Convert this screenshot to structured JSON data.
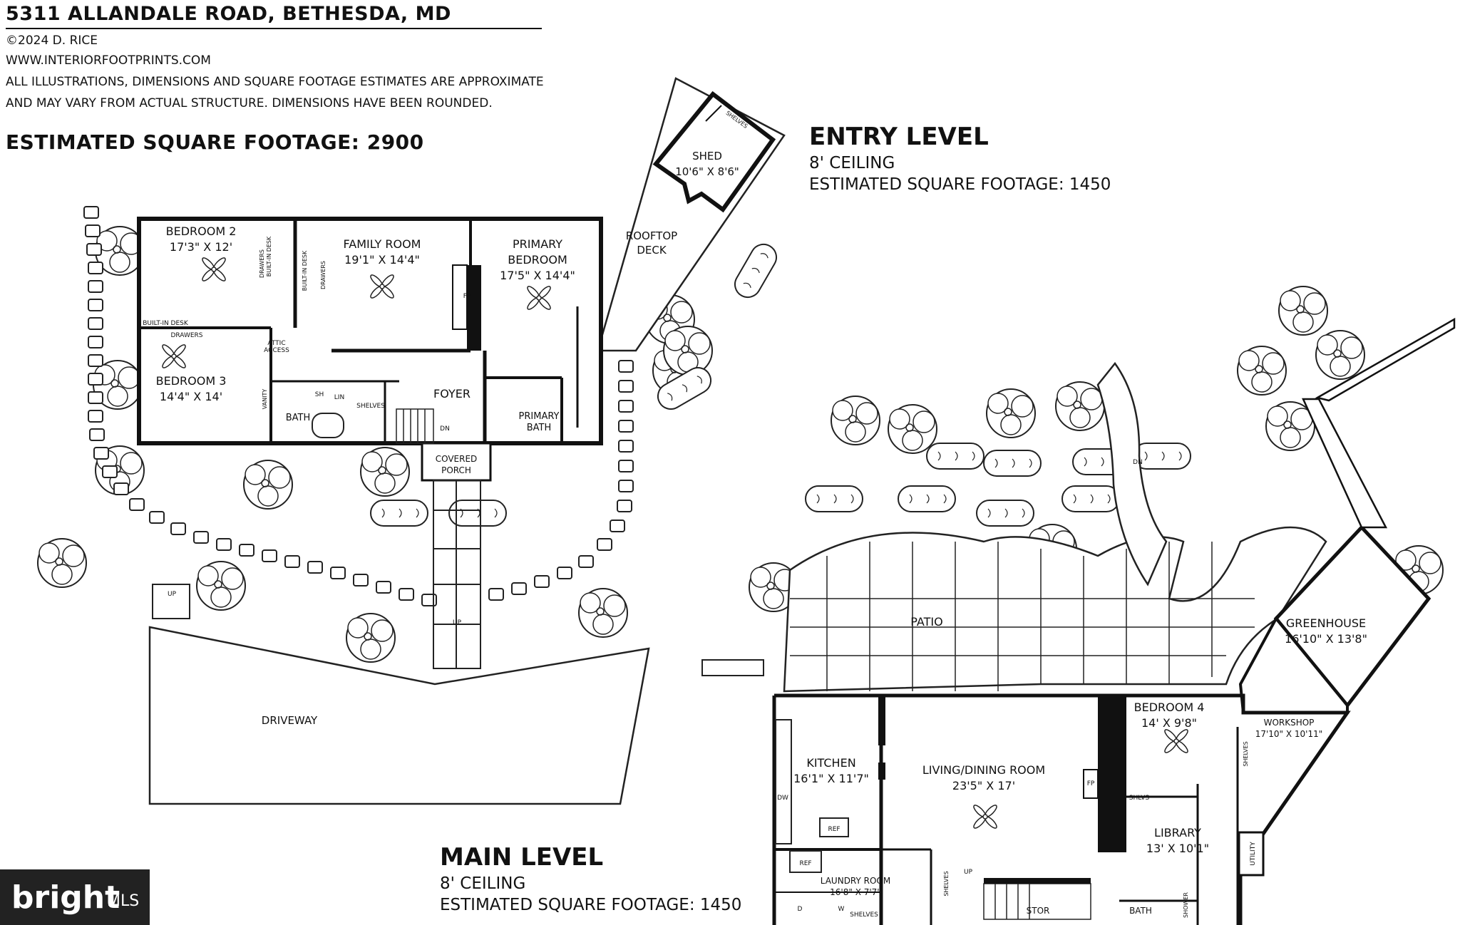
{
  "header": {
    "address": "5311 ALLANDALE ROAD, BETHESDA, MD",
    "copyright": "©2024 D. RICE",
    "website": "WWW.INTERIORFOOTPRINTS.COM",
    "disclaimer_1": "ALL ILLUSTRATIONS, DIMENSIONS AND SQUARE FOOTAGE ESTIMATES ARE APPROXIMATE",
    "disclaimer_2": "AND MAY VARY FROM ACTUAL STRUCTURE. DIMENSIONS HAVE BEEN ROUNDED.",
    "total_sqft": "ESTIMATED SQUARE FOOTAGE: 2900"
  },
  "entry_level": {
    "title": "ENTRY LEVEL",
    "ceiling": "8' CEILING",
    "sqft": "ESTIMATED SQUARE FOOTAGE: 1450",
    "rooms": {
      "bedroom2": {
        "name": "BEDROOM 2",
        "dims": "17'3\" X 12'"
      },
      "family": {
        "name": "FAMILY ROOM",
        "dims": "19'1\" X 14'4\""
      },
      "primary_l1": "PRIMARY",
      "primary_l2": "BEDROOM",
      "primary_dims": "17'5\" X 14'4\"",
      "bedroom3": {
        "name": "BEDROOM 3",
        "dims": "14'4\" X 14'"
      },
      "foyer": "FOYER",
      "bath": "BATH",
      "primary_bath_l1": "PRIMARY",
      "primary_bath_l2": "BATH",
      "porch_l1": "COVERED",
      "porch_l2": "PORCH",
      "deck_l1": "ROOFTOP",
      "deck_l2": "DECK",
      "shed": {
        "name": "SHED",
        "dims": "10'6\" X 8'6\""
      },
      "driveway": "DRIVEWAY"
    },
    "fixtures": {
      "built_in_desk": "BUILT-IN DESK",
      "drawers": "DRAWERS",
      "shelves": "SHELVES",
      "lin": "LIN",
      "sh": "SH",
      "fp": "FP",
      "vanity": "VANITY",
      "attic_l1": "ATTIC",
      "attic_l2": "ACCESS",
      "dn": "DN",
      "up": "UP"
    }
  },
  "main_level": {
    "title": "MAIN LEVEL",
    "ceiling": "8' CEILING",
    "sqft": "ESTIMATED SQUARE FOOTAGE: 1450",
    "rooms": {
      "kitchen": {
        "name": "KITCHEN",
        "dims": "16'1\" X 11'7\""
      },
      "living": {
        "name": "LIVING/DINING ROOM",
        "dims": "23'5\" X 17'"
      },
      "bedroom4": {
        "name": "BEDROOM 4",
        "dims": "14' X 9'8\""
      },
      "workshop": {
        "name": "WORKSHOP",
        "dims": "17'10\" X 10'11\""
      },
      "greenhouse": {
        "name": "GREENHOUSE",
        "dims": "16'10\" X 13'8\""
      },
      "library": {
        "name": "LIBRARY",
        "dims": "13' X 10'1\""
      },
      "laundry": {
        "name": "LAUNDRY ROOM",
        "dims": "16'8\" X 7'7\""
      },
      "patio": "PATIO",
      "bath": "BATH",
      "stor": "STOR",
      "utility": "UTILITY"
    },
    "fixtures": {
      "ref": "REF",
      "dw": "DW",
      "d": "D",
      "w": "W",
      "shelves": "SHELVES",
      "shlvs": "SHLVS",
      "shower": "SHOWER",
      "fp": "FP",
      "up": "UP",
      "dn": "DN"
    }
  },
  "watermark": {
    "brand": "bright",
    "suffix": "MLS"
  }
}
